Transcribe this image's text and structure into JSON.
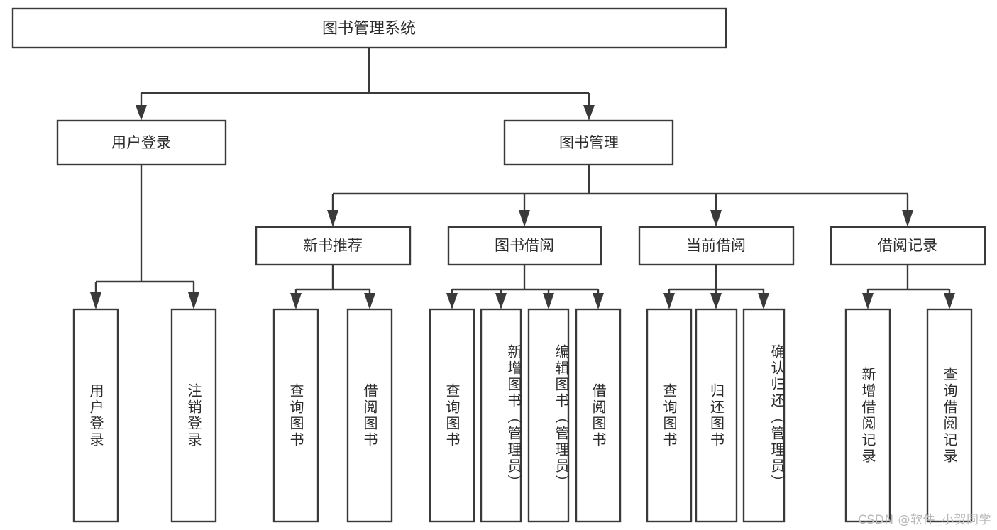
{
  "diagram": {
    "title": "图书管理系统",
    "type": "tree",
    "orientation": "top-down",
    "colors": {
      "box_fill": "#ffffff",
      "box_stroke": "#3a3a3a",
      "text": "#2b2b2b",
      "watermark": "#b9b9b9",
      "background": "#ffffff"
    },
    "root": {
      "label": "图书管理系统"
    },
    "level2": [
      {
        "id": "user-login",
        "label": "用户登录"
      },
      {
        "id": "book-manage",
        "label": "图书管理"
      }
    ],
    "level3": [
      {
        "id": "new-book-recommend",
        "label": "新书推荐"
      },
      {
        "id": "book-borrow",
        "label": "图书借阅"
      },
      {
        "id": "current-borrow",
        "label": "当前借阅"
      },
      {
        "id": "borrow-record",
        "label": "借阅记录"
      }
    ],
    "leaves": {
      "user_login": [
        {
          "id": "leaf-user-login",
          "label": "用户登录"
        },
        {
          "id": "leaf-logout-login",
          "label": "注销登录"
        }
      ],
      "new_book_recommend": [
        {
          "id": "leaf-query-book-1",
          "label": "查询图书"
        },
        {
          "id": "leaf-borrow-book-1",
          "label": "借阅图书"
        }
      ],
      "book_borrow": [
        {
          "id": "leaf-query-book-2",
          "label": "查询图书"
        },
        {
          "id": "leaf-add-book",
          "label": "新增图书（管理员）"
        },
        {
          "id": "leaf-edit-book",
          "label": "编辑图书（管理员）"
        },
        {
          "id": "leaf-borrow-book-2",
          "label": "借阅图书"
        }
      ],
      "current_borrow": [
        {
          "id": "leaf-query-book-3",
          "label": "查询图书"
        },
        {
          "id": "leaf-return-book",
          "label": "归还图书"
        },
        {
          "id": "leaf-confirm-return",
          "label": "确认归还（管理员）"
        }
      ],
      "borrow_record": [
        {
          "id": "leaf-add-record",
          "label": "新增借阅记录"
        },
        {
          "id": "leaf-query-record",
          "label": "查询借阅记录"
        }
      ]
    }
  },
  "watermark": {
    "text": "CSDN @软件_小贺同学"
  }
}
